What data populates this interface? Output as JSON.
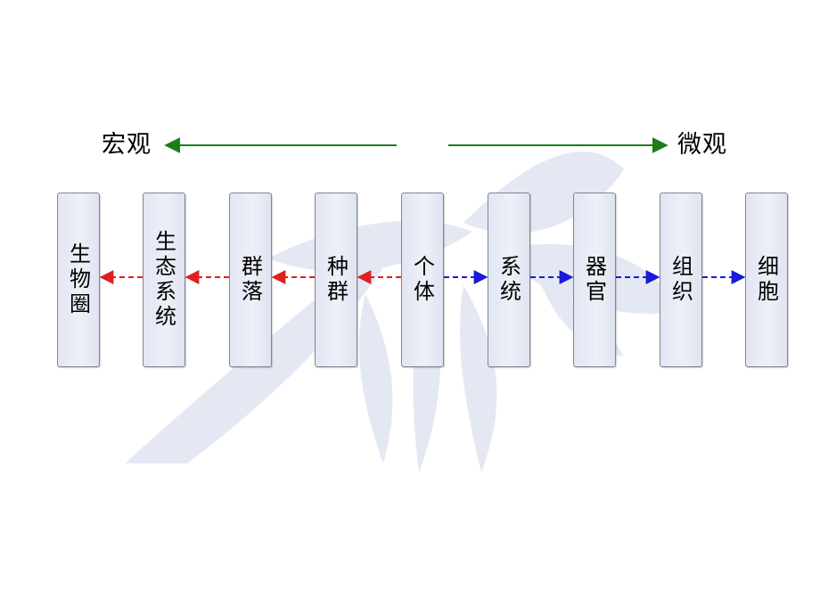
{
  "header": {
    "macro_label": "宏观",
    "micro_label": "微观"
  },
  "levels": [
    {
      "id": "biosphere",
      "label": "生物圈"
    },
    {
      "id": "ecosystem",
      "label": "生态系统"
    },
    {
      "id": "community",
      "label": "群落"
    },
    {
      "id": "population",
      "label": "种群"
    },
    {
      "id": "individual",
      "label": "个体"
    },
    {
      "id": "system",
      "label": "系统"
    },
    {
      "id": "organ",
      "label": "器官"
    },
    {
      "id": "tissue",
      "label": "组织"
    },
    {
      "id": "cell",
      "label": "细胞"
    }
  ],
  "colors": {
    "macro_arrow": "#1a7f1a",
    "micro_arrow": "#1a7f1a",
    "to_macro_dashed": "#e02020",
    "to_micro_dashed": "#1a1ad8"
  }
}
